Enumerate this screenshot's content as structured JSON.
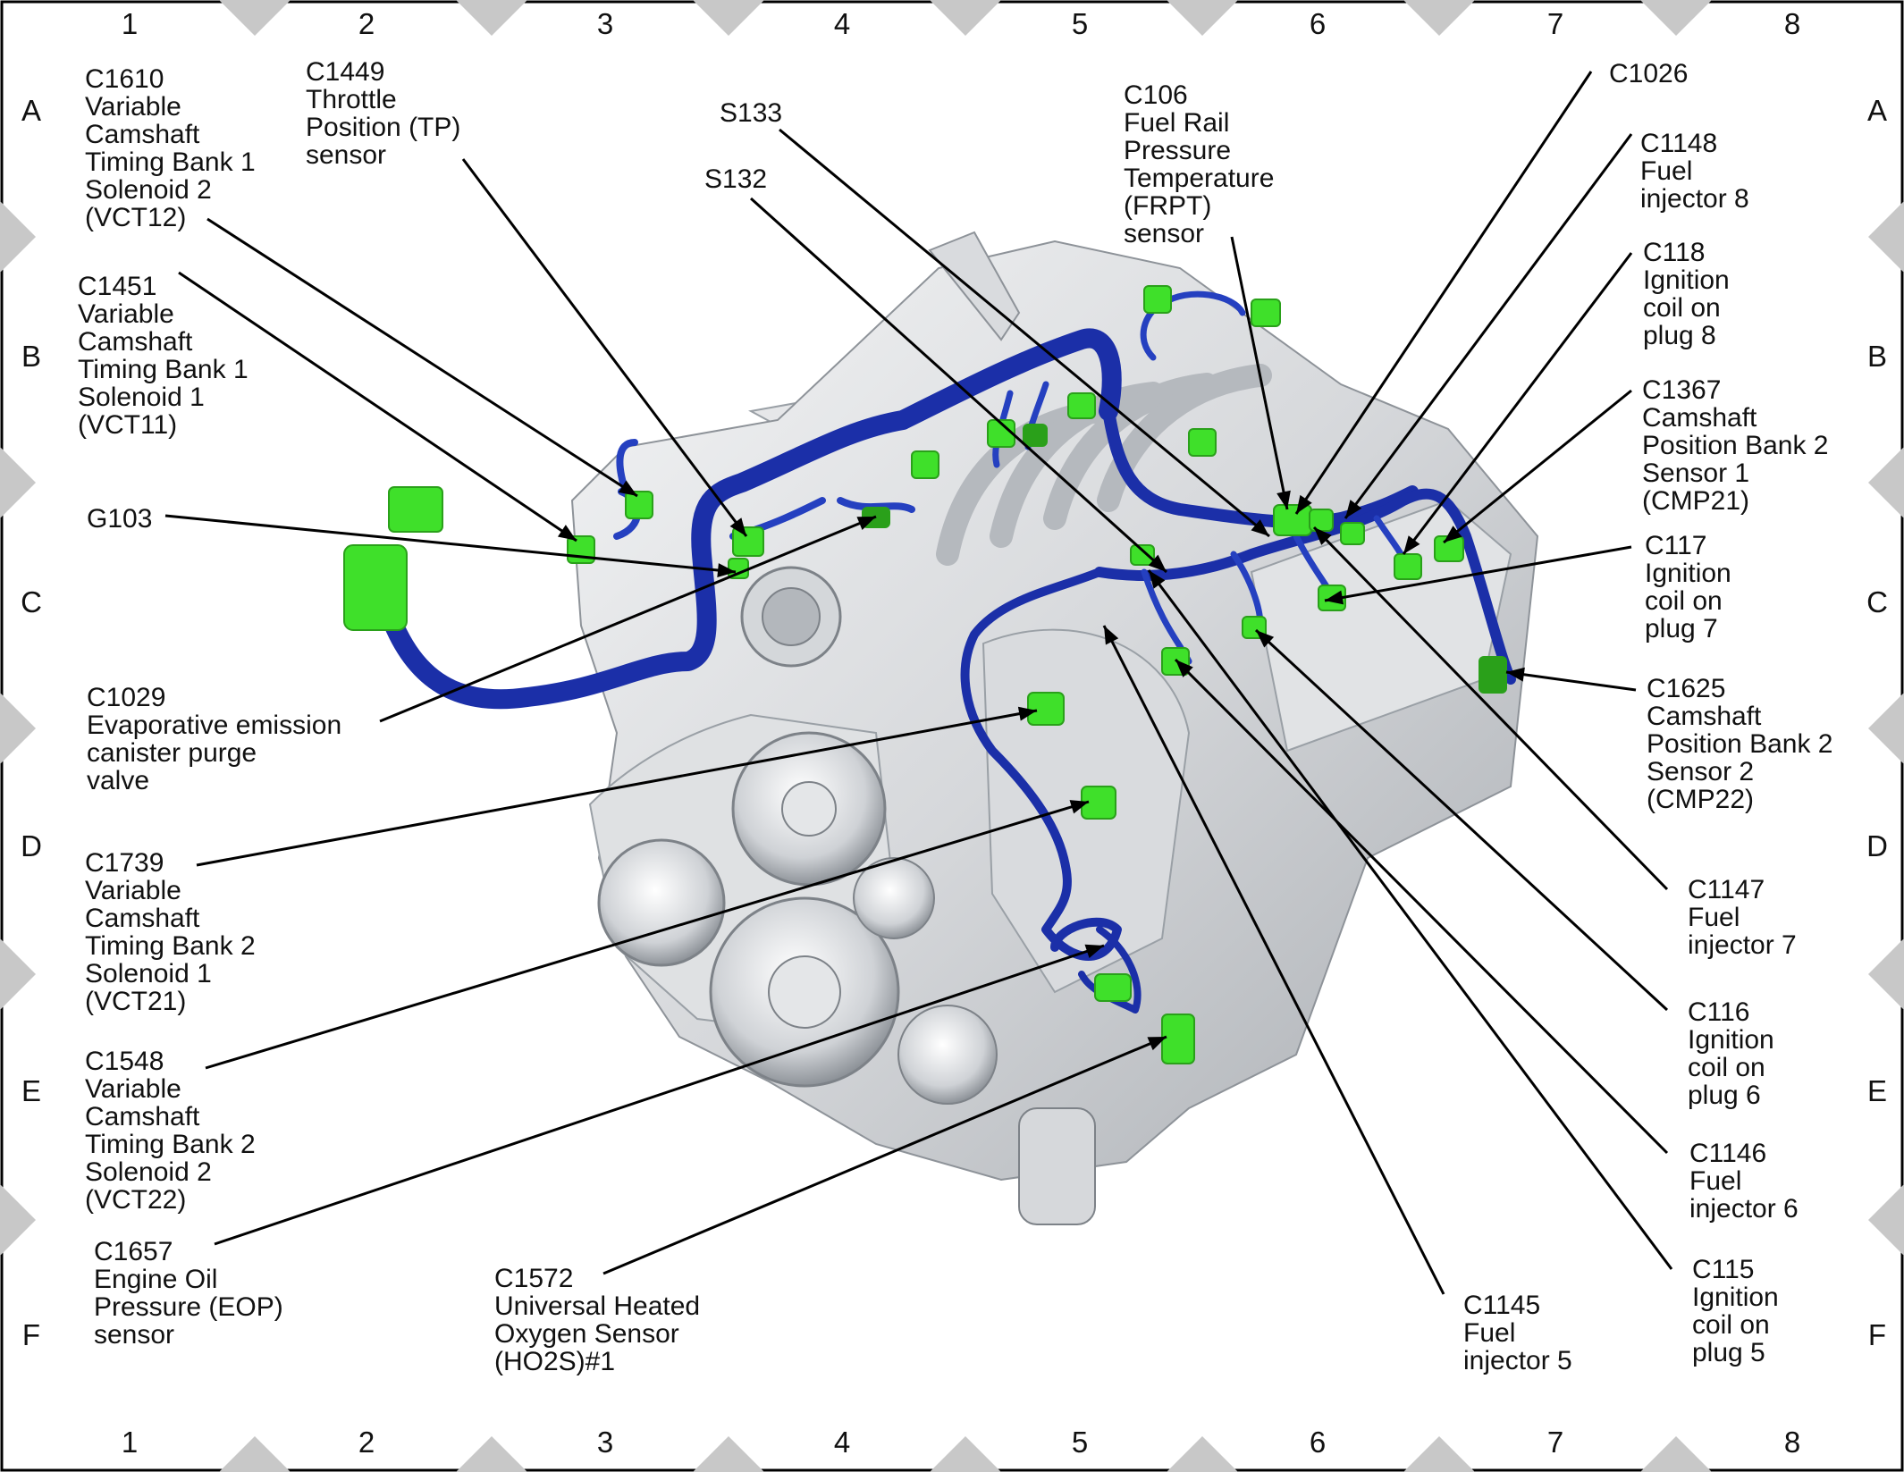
{
  "grid": {
    "columns": [
      "1",
      "2",
      "3",
      "4",
      "5",
      "6",
      "7",
      "8"
    ],
    "rows": [
      "A",
      "B",
      "C",
      "D",
      "E",
      "F"
    ]
  },
  "colors": {
    "harness": "#1b2fa8",
    "harness_light": "#4a68e0",
    "connector": "#3fe02a",
    "connector_dark": "#2aa01a",
    "engine": "#cfd2d6",
    "border_marker": "#c8c8c8"
  },
  "labels": [
    {
      "id": "C1610",
      "lines": [
        "C1610",
        "Variable",
        "Camshaft",
        "Timing Bank 1",
        "Solenoid 2",
        "(VCT12)"
      ]
    },
    {
      "id": "C1449",
      "lines": [
        "C1449",
        "Throttle",
        "Position (TP)",
        "sensor"
      ]
    },
    {
      "id": "S133",
      "lines": [
        "S133"
      ]
    },
    {
      "id": "S132",
      "lines": [
        "S132"
      ]
    },
    {
      "id": "C106",
      "lines": [
        "C106",
        "Fuel Rail",
        "Pressure",
        "Temperature",
        "(FRPT)",
        "sensor"
      ]
    },
    {
      "id": "C1026",
      "lines": [
        "C1026"
      ]
    },
    {
      "id": "C1148",
      "lines": [
        "C1148",
        "Fuel",
        "injector 8"
      ]
    },
    {
      "id": "C118",
      "lines": [
        "C118",
        "Ignition",
        "coil on",
        "plug 8"
      ]
    },
    {
      "id": "C1451",
      "lines": [
        "C1451",
        "Variable",
        "Camshaft",
        "Timing Bank 1",
        "Solenoid 1",
        "(VCT11)"
      ]
    },
    {
      "id": "C1367",
      "lines": [
        "C1367",
        "Camshaft",
        "Position Bank 2",
        "Sensor 1",
        "(CMP21)"
      ]
    },
    {
      "id": "G103",
      "lines": [
        "G103"
      ]
    },
    {
      "id": "C117",
      "lines": [
        "C117",
        "Ignition",
        "coil on",
        "plug 7"
      ]
    },
    {
      "id": "C1625",
      "lines": [
        "C1625",
        "Camshaft",
        "Position Bank 2",
        "Sensor 2",
        "(CMP22)"
      ]
    },
    {
      "id": "C1029",
      "lines": [
        "C1029",
        "Evaporative emission",
        "canister purge",
        "valve"
      ]
    },
    {
      "id": "C1739",
      "lines": [
        "C1739",
        "Variable",
        "Camshaft",
        "Timing Bank 2",
        "Solenoid 1",
        "(VCT21)"
      ]
    },
    {
      "id": "C1147",
      "lines": [
        "C1147",
        "Fuel",
        "injector 7"
      ]
    },
    {
      "id": "C116",
      "lines": [
        "C116",
        "Ignition",
        "coil on",
        "plug 6"
      ]
    },
    {
      "id": "C1548",
      "lines": [
        "C1548",
        "Variable",
        "Camshaft",
        "Timing Bank 2",
        "Solenoid 2",
        "(VCT22)"
      ]
    },
    {
      "id": "C1146",
      "lines": [
        "C1146",
        "Fuel",
        "injector 6"
      ]
    },
    {
      "id": "C1657",
      "lines": [
        "C1657",
        "Engine Oil",
        "Pressure (EOP)",
        "sensor"
      ]
    },
    {
      "id": "C1572",
      "lines": [
        "C1572",
        "Universal Heated",
        "Oxygen Sensor",
        "(HO2S)#1"
      ]
    },
    {
      "id": "C1145",
      "lines": [
        "C1145",
        "Fuel",
        "injector 5"
      ]
    },
    {
      "id": "C115",
      "lines": [
        "C115",
        "Ignition",
        "coil on",
        "plug 5"
      ]
    }
  ]
}
